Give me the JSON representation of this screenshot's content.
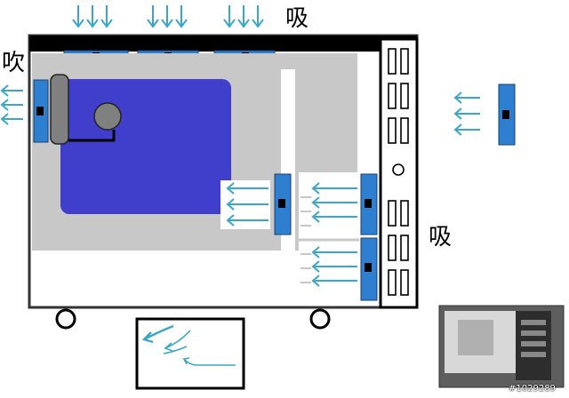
{
  "labels": {
    "blow_top_left": "吹",
    "suck_top": "吸",
    "suck_right": "吸"
  },
  "photo": {
    "id_text": "#1029289"
  },
  "colors": {
    "case_outline": "#333333",
    "top_panel": "#000000",
    "tray": "#c8c8c8",
    "motherboard": "#3f3fcc",
    "fan": "#2f7fd0",
    "airflow_arrow": "#3aa6c8",
    "cooler": "#808080",
    "wheel": "#000000"
  },
  "icons": {
    "fan": "case-fan-icon",
    "airflow": "airflow-arrow-icon",
    "wheel": "caster-wheel-icon",
    "cpu_cooler": "cpu-cooler-icon",
    "drive_bay": "drive-bay-icon",
    "power_button": "power-button-icon"
  }
}
